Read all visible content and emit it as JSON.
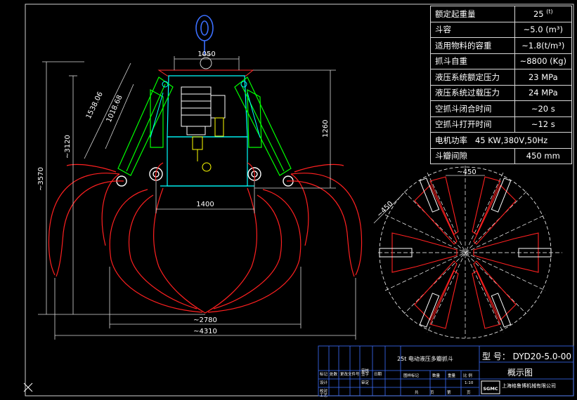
{
  "drawing": {
    "dimensions": {
      "top_width": "1050",
      "inner_length": "1538.06",
      "arm_length": "1018.68",
      "height_left": "~3120",
      "overall_height": "~3570",
      "side_height": "1260",
      "body_width": "1400",
      "open_width": "~2780",
      "overall_width": "~4310",
      "plan_width": "~450",
      "plan_diag": "~450"
    }
  },
  "specs": [
    {
      "label": "额定起重量",
      "value": "25",
      "unit": "(t)"
    },
    {
      "label": "斗容",
      "value": "~5.0 (m³)"
    },
    {
      "label": "适用物料的容重",
      "value": "~1.8(t/m³)"
    },
    {
      "label": "抓斗自重",
      "value": "~8800 (Kg)"
    },
    {
      "label": "液压系统额定压力",
      "value": "23 MPa"
    },
    {
      "label": "液压系统过载压力",
      "value": "24  MPa"
    },
    {
      "label": "空抓斗闭合时间",
      "value": "~20 s"
    },
    {
      "label": "空抓斗打开时间",
      "value": "~12 s"
    },
    {
      "label": "电机功率",
      "value": "45 KW,380V,50Hz"
    },
    {
      "label": "斗瓣间隙",
      "value": "450 mm"
    }
  ],
  "title_block": {
    "title": "25t 电动液压多瓣抓斗",
    "model": "型 号： DYD20-5.0-00",
    "drawing_name": "概示图",
    "company": "上海格鲁博机械有限公司",
    "logo": "SGMC",
    "labels": {
      "mark": "标记",
      "count": "处数",
      "change_doc": "更改文件号",
      "sign": "签字",
      "date": "日期",
      "design": "设计",
      "review": "审核",
      "audit": "审定",
      "check": "校对",
      "process": "工艺",
      "stage_mark": "图样标记",
      "quantity": "数量",
      "weight": "重量",
      "scale": "比 例",
      "scale_value": "1:10",
      "sheet_total": "共",
      "sheet_unit": "页",
      "sheet_no": "第"
    }
  }
}
